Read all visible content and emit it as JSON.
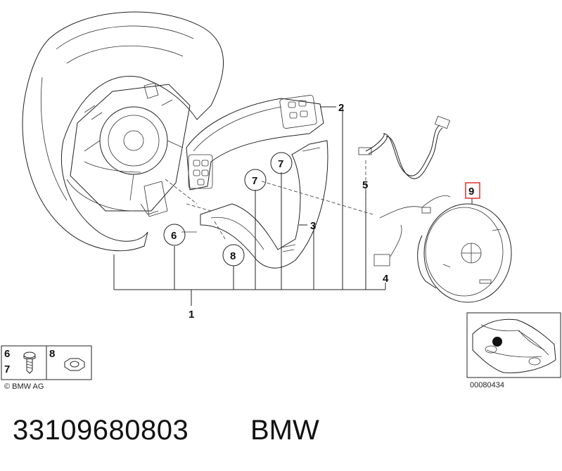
{
  "callouts": {
    "c1": "1",
    "c2": "2",
    "c3": "3",
    "c4": "4",
    "c5": "5",
    "c6": "6",
    "c7a": "7",
    "c7b": "7",
    "c8": "8",
    "c9": "9"
  },
  "legend": {
    "row_a": "6",
    "row_b": "7",
    "row_c": "8",
    "copyright": "© BMW AG"
  },
  "thumbnail": {
    "code": "00080434"
  },
  "footer": {
    "part_number": "33109680803",
    "brand": "BMW"
  },
  "colors": {
    "highlight_box": "#e03030",
    "ink": "#111111"
  }
}
